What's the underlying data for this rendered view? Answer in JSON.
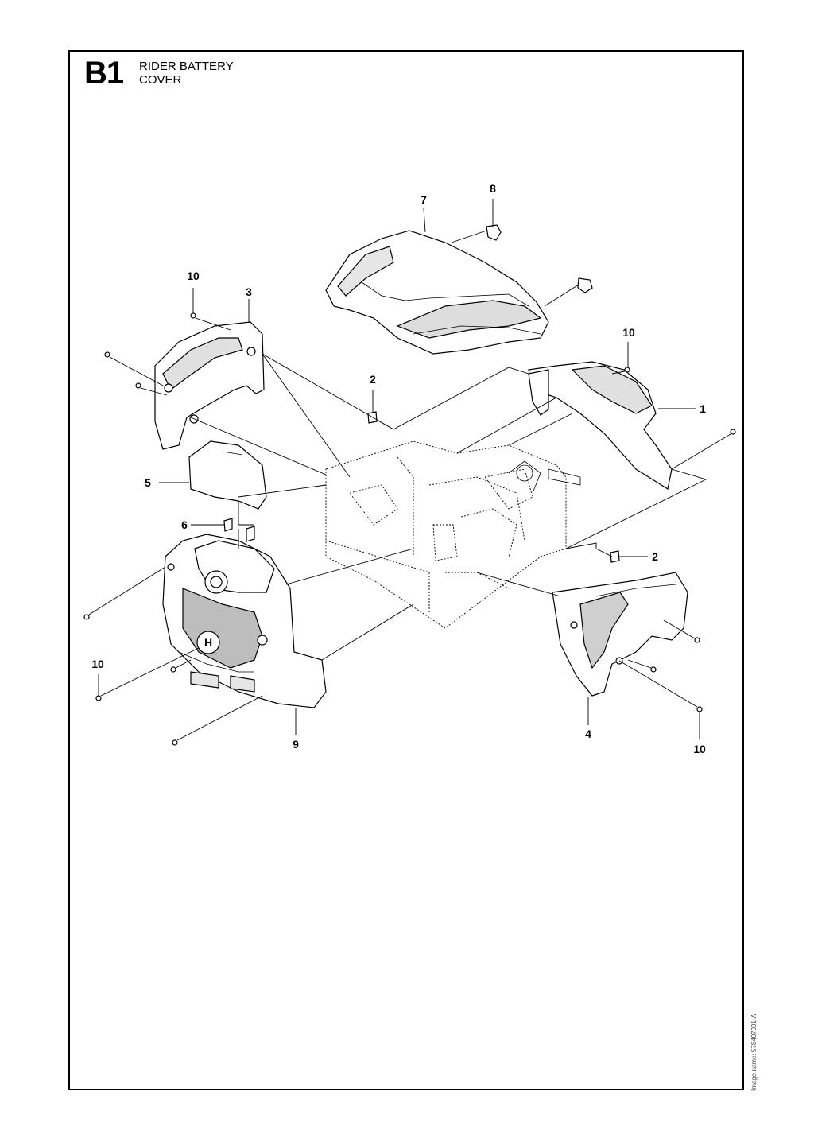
{
  "header": {
    "section_code": "B1",
    "title_line1": "RIDER BATTERY",
    "title_line2": "COVER"
  },
  "image_name": "Image name: 578407001-A",
  "callouts": {
    "c7": "7",
    "c8": "8",
    "c10_top_left": "10",
    "c3": "3",
    "c10_top_right": "10",
    "c2_top": "2",
    "c1": "1",
    "c5": "5",
    "c6": "6",
    "c2_right": "2",
    "c10_bottom_left": "10",
    "c9": "9",
    "c4": "4",
    "c10_bottom_right": "10"
  }
}
